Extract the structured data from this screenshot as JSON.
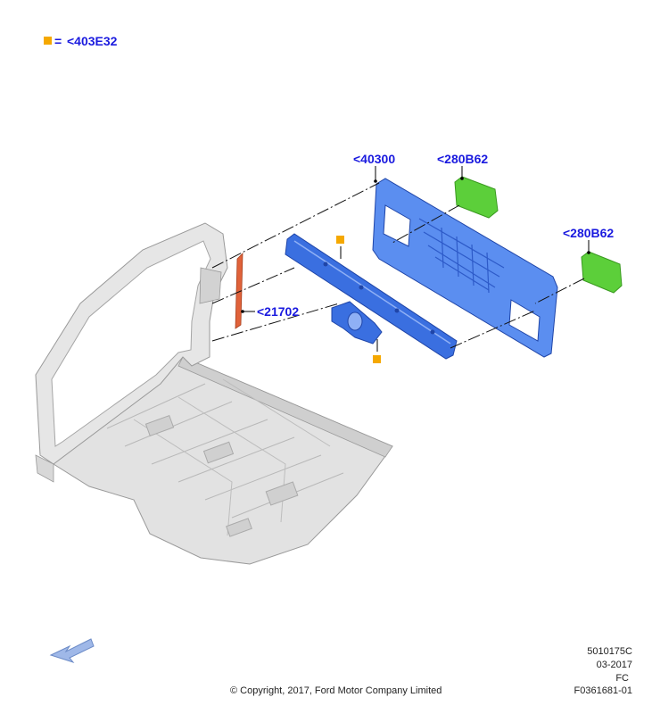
{
  "legend": {
    "equals": "=",
    "code": "<403E32",
    "swatch_color": "#f5a800"
  },
  "callouts": {
    "back_panel": "<40300",
    "pad_top": "<280B62",
    "pad_right": "<280B62",
    "seal": "<21702"
  },
  "footer": {
    "doc_id": "5010175C",
    "date": "03-2017",
    "region": "FC",
    "figure_id": "F0361681-01",
    "copyright": "© Copyright, 2017, Ford Motor Company Limited"
  },
  "colors": {
    "callout_text": "#1a1adf",
    "panel_blue": "#5b8ef0",
    "reinforcement_blue": "#3a6fe0",
    "pad_green": "#5ccf3a",
    "seal_red": "#e0623a",
    "body_gray": "#d8d8d8",
    "marker_orange": "#f5a800",
    "view_arrow": "#9fb8e8"
  },
  "icons": {
    "view_arrow": "direction-arrow-icon",
    "marker": "square-marker-icon"
  }
}
